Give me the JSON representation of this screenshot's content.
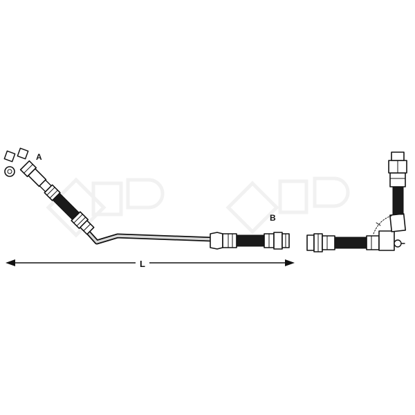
{
  "diagram": {
    "labels": {
      "a": "A",
      "b": "B",
      "l": "L"
    },
    "colors": {
      "ink": "#111111",
      "hose": "#1a1a1a",
      "pipe": "#d8d8d8",
      "watermark": "#e6e6e6"
    }
  }
}
